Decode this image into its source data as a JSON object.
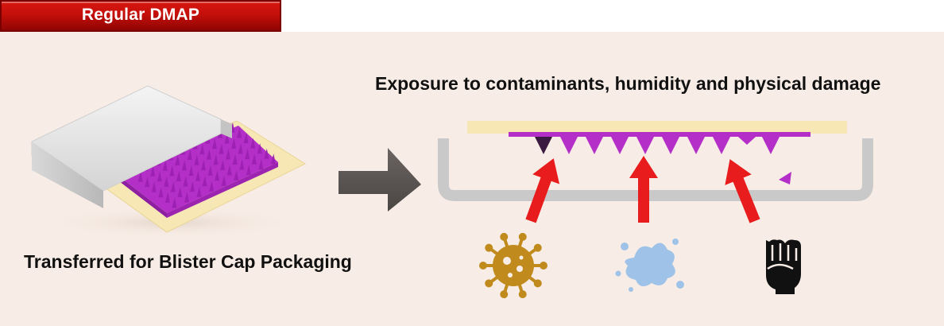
{
  "header": {
    "badge_label": "Regular DMAP"
  },
  "left_panel": {
    "caption": "Transferred for Blister Cap Packaging"
  },
  "right_panel": {
    "caption": "Exposure to contaminants, humidity and physical damage"
  },
  "colors": {
    "badge_red": "#c40f0a",
    "microneedle_purple": "#b42ec8",
    "backing_cream": "#f6e7b4",
    "tray_gray": "#c9c9c9",
    "arrow_red": "#e81c1c",
    "germ_gold": "#c08b1c",
    "water_blue": "#9fc3e8",
    "fist_black": "#111111"
  },
  "icons": [
    "process-arrow-icon",
    "virus-icon",
    "water-splash-icon",
    "fist-icon"
  ]
}
